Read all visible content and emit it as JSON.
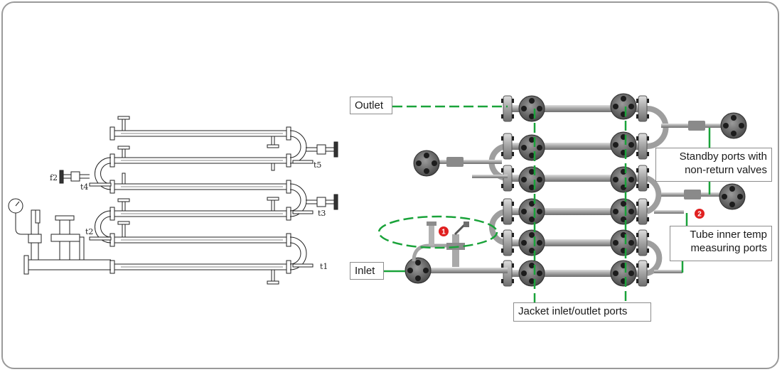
{
  "schematic": {
    "labels": {
      "f2": "f2",
      "t1": "t1",
      "t2": "t2",
      "t3": "t3",
      "t4": "t4",
      "t5": "t5"
    }
  },
  "photo": {
    "callouts": {
      "outlet": "Outlet",
      "inlet": "Inlet",
      "standby_line1": "Standby ports with",
      "standby_line2": "non-return valves",
      "tube_temp_line1": "Tube inner temp",
      "tube_temp_line2": "measuring ports",
      "jacket": "Jacket inlet/outlet ports"
    },
    "badges": {
      "badge1": "1",
      "badge2": "2"
    }
  },
  "colors": {
    "leader_line": "#1aa33a",
    "badge": "#e02020",
    "pipe_steel": "#a9a9a9",
    "flange_dark": "#4a4a4a",
    "border": "#9a9a9a"
  }
}
